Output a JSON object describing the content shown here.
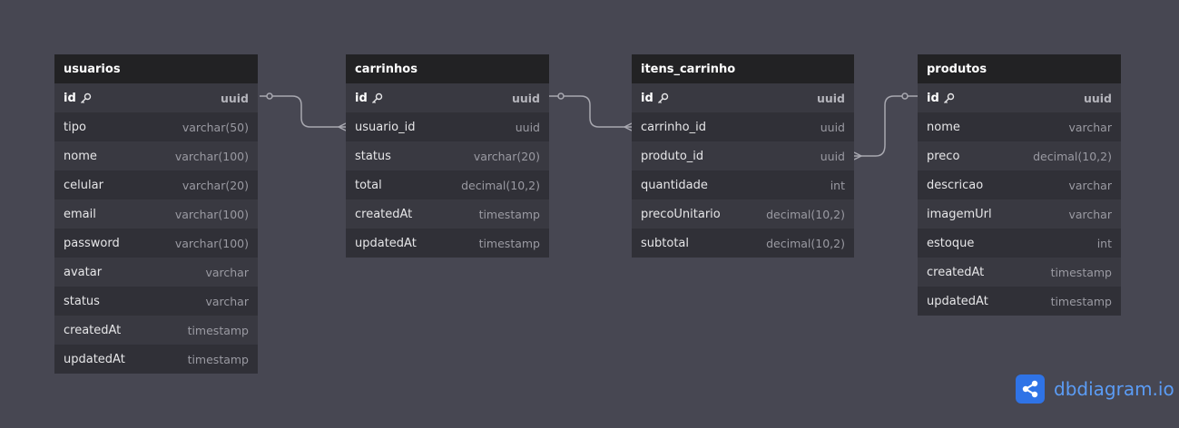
{
  "tables": {
    "usuarios": {
      "name": "usuarios",
      "columns": [
        {
          "name": "id",
          "type": "uuid"
        },
        {
          "name": "tipo",
          "type": "varchar(50)"
        },
        {
          "name": "nome",
          "type": "varchar(100)"
        },
        {
          "name": "celular",
          "type": "varchar(20)"
        },
        {
          "name": "email",
          "type": "varchar(100)"
        },
        {
          "name": "password",
          "type": "varchar(100)"
        },
        {
          "name": "avatar",
          "type": "varchar"
        },
        {
          "name": "status",
          "type": "varchar"
        },
        {
          "name": "createdAt",
          "type": "timestamp"
        },
        {
          "name": "updatedAt",
          "type": "timestamp"
        }
      ]
    },
    "carrinhos": {
      "name": "carrinhos",
      "columns": [
        {
          "name": "id",
          "type": "uuid"
        },
        {
          "name": "usuario_id",
          "type": "uuid"
        },
        {
          "name": "status",
          "type": "varchar(20)"
        },
        {
          "name": "total",
          "type": "decimal(10,2)"
        },
        {
          "name": "createdAt",
          "type": "timestamp"
        },
        {
          "name": "updatedAt",
          "type": "timestamp"
        }
      ]
    },
    "itens_carrinho": {
      "name": "itens_carrinho",
      "columns": [
        {
          "name": "id",
          "type": "uuid"
        },
        {
          "name": "carrinho_id",
          "type": "uuid"
        },
        {
          "name": "produto_id",
          "type": "uuid"
        },
        {
          "name": "quantidade",
          "type": "int"
        },
        {
          "name": "precoUnitario",
          "type": "decimal(10,2)"
        },
        {
          "name": "subtotal",
          "type": "decimal(10,2)"
        }
      ]
    },
    "produtos": {
      "name": "produtos",
      "columns": [
        {
          "name": "id",
          "type": "uuid"
        },
        {
          "name": "nome",
          "type": "varchar"
        },
        {
          "name": "preco",
          "type": "decimal(10,2)"
        },
        {
          "name": "descricao",
          "type": "varchar"
        },
        {
          "name": "imagemUrl",
          "type": "varchar"
        },
        {
          "name": "estoque",
          "type": "int"
        },
        {
          "name": "createdAt",
          "type": "timestamp"
        },
        {
          "name": "updatedAt",
          "type": "timestamp"
        }
      ]
    }
  },
  "brand": {
    "text": "dbdiagram.io"
  },
  "colors": {
    "canvas": "#474752",
    "header": "#222224",
    "body": "#393941",
    "connector": "#a8a8b0",
    "brand": "#2f73e6"
  }
}
